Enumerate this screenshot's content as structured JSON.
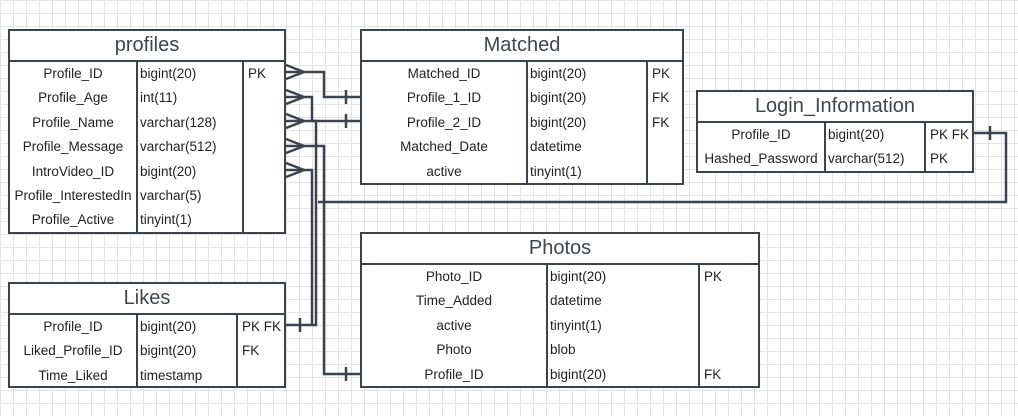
{
  "entities": {
    "profiles": {
      "title": "profiles",
      "rows": [
        {
          "name": "Profile_ID",
          "type": "bigint(20)",
          "key": "PK"
        },
        {
          "name": "Profile_Age",
          "type": "int(11)",
          "key": ""
        },
        {
          "name": "Profile_Name",
          "type": "varchar(128)",
          "key": ""
        },
        {
          "name": "Profile_Message",
          "type": "varchar(512)",
          "key": ""
        },
        {
          "name": "IntroVideo_ID",
          "type": "bigint(20)",
          "key": ""
        },
        {
          "name": "Profile_InterestedIn",
          "type": "varchar(5)",
          "key": ""
        },
        {
          "name": "Profile_Active",
          "type": "tinyint(1)",
          "key": ""
        }
      ]
    },
    "matched": {
      "title": "Matched",
      "rows": [
        {
          "name": "Matched_ID",
          "type": "bigint(20)",
          "key": "PK"
        },
        {
          "name": "Profile_1_ID",
          "type": "bigint(20)",
          "key": "FK"
        },
        {
          "name": "Profile_2_ID",
          "type": "bigint(20)",
          "key": "FK"
        },
        {
          "name": "Matched_Date",
          "type": "datetime",
          "key": ""
        },
        {
          "name": "active",
          "type": "tinyint(1)",
          "key": ""
        }
      ]
    },
    "login": {
      "title": "Login_Information",
      "rows": [
        {
          "name": "Profile_ID",
          "type": "bigint(20)",
          "key": "PK FK"
        },
        {
          "name": "Hashed_Password",
          "type": "varchar(512)",
          "key": "PK"
        }
      ]
    },
    "likes": {
      "title": "Likes",
      "rows": [
        {
          "name": "Profile_ID",
          "type": "bigint(20)",
          "key": "PK FK"
        },
        {
          "name": "Liked_Profile_ID",
          "type": "bigint(20)",
          "key": "FK"
        },
        {
          "name": "Time_Liked",
          "type": "timestamp",
          "key": ""
        }
      ]
    },
    "photos": {
      "title": "Photos",
      "rows": [
        {
          "name": "Photo_ID",
          "type": "bigint(20)",
          "key": "PK"
        },
        {
          "name": "Time_Added",
          "type": "datetime",
          "key": ""
        },
        {
          "name": "active",
          "type": "tinyint(1)",
          "key": ""
        },
        {
          "name": "Photo",
          "type": "blob",
          "key": ""
        },
        {
          "name": "Profile_ID",
          "type": "bigint(20)",
          "key": "FK"
        }
      ]
    }
  },
  "colors": {
    "line": "#3a4350",
    "title_text": "#3e4650",
    "grid": "#e3e3e3"
  }
}
